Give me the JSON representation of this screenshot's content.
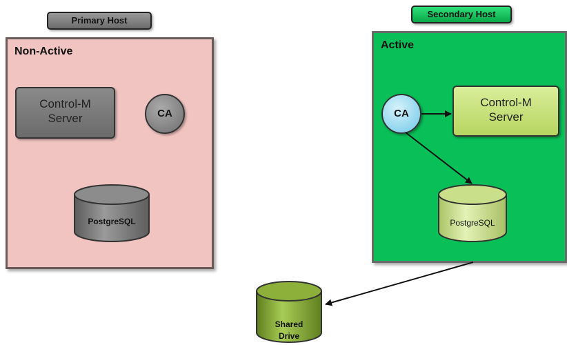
{
  "primary_host": {
    "tab_label": "Primary Host",
    "state": "Non-Active",
    "server_label": "Control-M\nServer",
    "ca_label": "CA",
    "db_label": "PostgreSQL"
  },
  "secondary_host": {
    "tab_label": "Secondary Host",
    "state": "Active",
    "server_label": "Control-M\nServer",
    "ca_label": "CA",
    "db_label": "PostgreSQL"
  },
  "shared_drive": {
    "label": "Shared\nDrive"
  },
  "colors": {
    "primary_box": "#f1c4c1",
    "secondary_box": "#08bf58",
    "gray_node": "#7a7a7a",
    "green_node": "#c8e27c",
    "blue_node": "#8fd4ee",
    "shared_drive": "#8fb63c"
  }
}
